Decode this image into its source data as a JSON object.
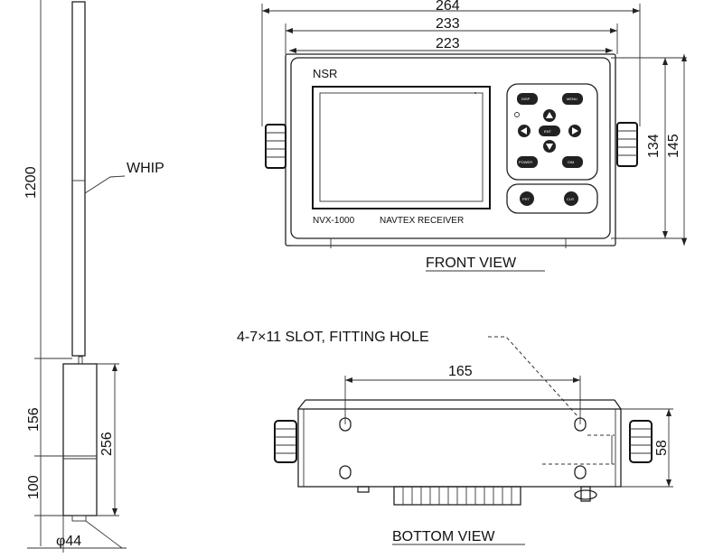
{
  "whip_label": "WHIP",
  "dims": {
    "d1200": "1200",
    "d156": "156",
    "d256": "256",
    "d100": "100",
    "d44": "φ44",
    "d264": "264",
    "d233": "233",
    "d223": "223",
    "d134": "134",
    "d145": "145",
    "d165": "165",
    "d58": "58"
  },
  "front": {
    "brand": "NSR",
    "model": "NVX-1000",
    "product": "NAVTEX RECEIVER",
    "title": "FRONT  VIEW"
  },
  "bottom": {
    "slot_note": "4-7×11 SLOT, FITTING HOLE",
    "title": "BOTTOM  VIEW"
  },
  "keys": {
    "ent": "ENT",
    "power": "POWER",
    "dim": "DIM",
    "disp": "DISP",
    "menu": "MENU",
    "prt": "PRT",
    "clr": "CLR"
  }
}
